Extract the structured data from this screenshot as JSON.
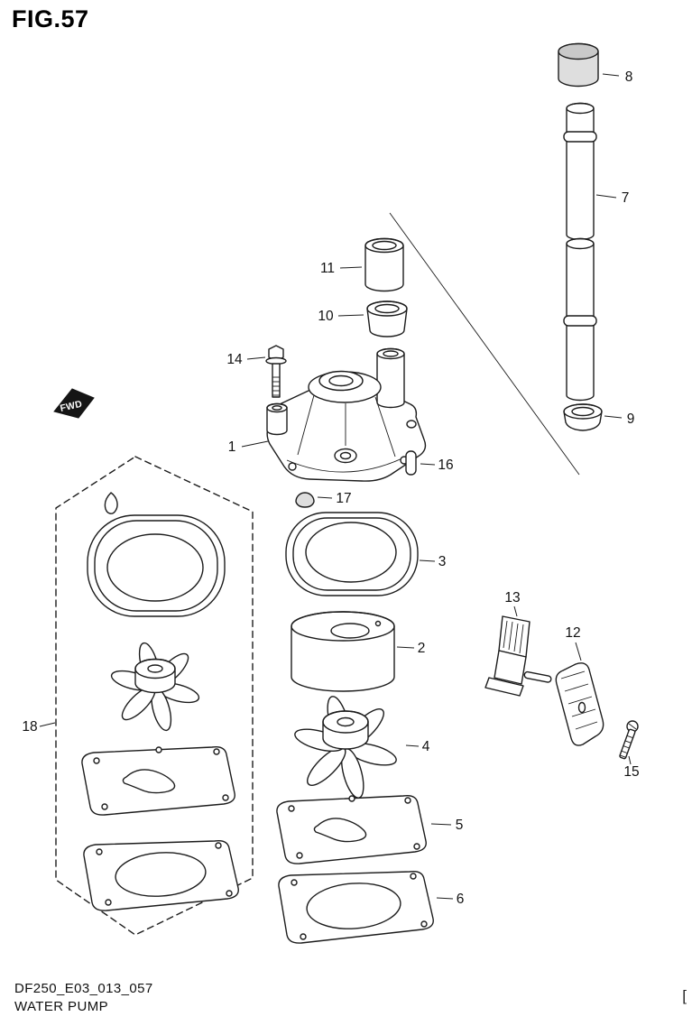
{
  "page": {
    "title": "FIG.57",
    "corner_mark": "["
  },
  "footer": {
    "code": "DF250_E03_013_057",
    "caption": "WATER PUMP"
  },
  "diagram": {
    "fwd_label": "FWD",
    "callouts": {
      "1": "1",
      "2": "2",
      "3": "3",
      "4": "4",
      "5": "5",
      "6": "6",
      "7": "7",
      "8": "8",
      "9": "9",
      "10": "10",
      "11": "11",
      "12": "12",
      "13": "13",
      "14": "14",
      "15": "15",
      "16": "16",
      "17": "17",
      "18": "18"
    }
  }
}
